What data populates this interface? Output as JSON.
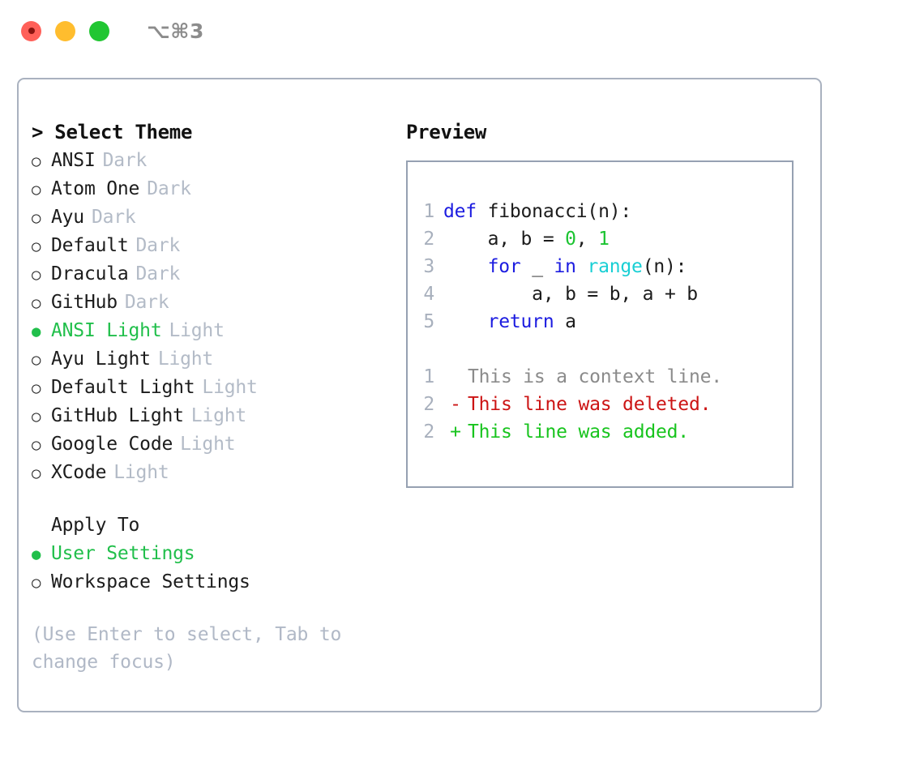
{
  "window": {
    "title": "⌥⌘3",
    "traffic_lights": [
      "close",
      "minimize",
      "maximize"
    ]
  },
  "theme_panel": {
    "heading": "> Select Theme",
    "bullet_selected": "●",
    "bullet_unselected": "○",
    "selected_color": "#21bf4b",
    "tag_color": "#b3bbc7",
    "items": [
      {
        "label": "ANSI",
        "tag": "Dark",
        "selected": false
      },
      {
        "label": "Atom One",
        "tag": "Dark",
        "selected": false
      },
      {
        "label": "Ayu",
        "tag": "Dark",
        "selected": false
      },
      {
        "label": "Default",
        "tag": "Dark",
        "selected": false
      },
      {
        "label": "Dracula",
        "tag": "Dark",
        "selected": false
      },
      {
        "label": "GitHub",
        "tag": "Dark",
        "selected": false
      },
      {
        "label": "ANSI Light",
        "tag": "Light",
        "selected": true
      },
      {
        "label": "Ayu Light",
        "tag": "Light",
        "selected": false
      },
      {
        "label": "Default Light",
        "tag": "Light",
        "selected": false
      },
      {
        "label": "GitHub Light",
        "tag": "Light",
        "selected": false
      },
      {
        "label": "Google Code",
        "tag": "Light",
        "selected": false
      },
      {
        "label": "XCode",
        "tag": "Light",
        "selected": false
      }
    ]
  },
  "apply_to": {
    "heading": "Apply To",
    "options": [
      {
        "label": "User Settings",
        "selected": true
      },
      {
        "label": "Workspace Settings",
        "selected": false
      }
    ]
  },
  "hint": "(Use Enter to select, Tab to change focus)",
  "preview": {
    "heading": "Preview",
    "code": {
      "lines": [
        {
          "number": "1",
          "tokens": [
            {
              "text": "def ",
              "type": "kw"
            },
            {
              "text": "fibonacci(n):",
              "type": "pl"
            }
          ]
        },
        {
          "number": "2",
          "tokens": [
            {
              "text": "    a, b = ",
              "type": "pl"
            },
            {
              "text": "0",
              "type": "num"
            },
            {
              "text": ", ",
              "type": "pl"
            },
            {
              "text": "1",
              "type": "num"
            }
          ]
        },
        {
          "number": "3",
          "tokens": [
            {
              "text": "    ",
              "type": "pl"
            },
            {
              "text": "for ",
              "type": "kw"
            },
            {
              "text": "_ ",
              "type": "pl"
            },
            {
              "text": "in ",
              "type": "kw"
            },
            {
              "text": "range",
              "type": "fn"
            },
            {
              "text": "(n):",
              "type": "pl"
            }
          ]
        },
        {
          "number": "4",
          "tokens": [
            {
              "text": "        a, b = b, a + b",
              "type": "pl"
            }
          ]
        },
        {
          "number": "5",
          "tokens": [
            {
              "text": "    ",
              "type": "pl"
            },
            {
              "text": "return ",
              "type": "kw"
            },
            {
              "text": "a",
              "type": "pl"
            }
          ]
        }
      ]
    },
    "diff": {
      "lines": [
        {
          "number": "1",
          "marker": " ",
          "text": "This is a context line.",
          "kind": "ctx"
        },
        {
          "number": "2",
          "marker": "-",
          "text": "This line was deleted.",
          "kind": "del"
        },
        {
          "number": "2",
          "marker": "+",
          "text": "This line was added.",
          "kind": "add"
        }
      ]
    },
    "syntax_colors": {
      "keyword": "#1c1ce0",
      "number": "#1bc431",
      "function": "#19cfd4",
      "plain": "#1c1c1c",
      "lineno": "#a8b0bd",
      "diff_context": "#8b8b8b",
      "diff_deleted": "#cc1414",
      "diff_added": "#18c41e"
    }
  }
}
